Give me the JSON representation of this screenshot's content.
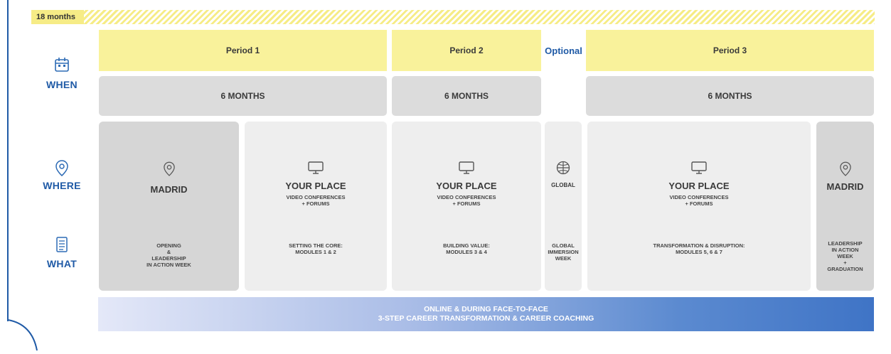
{
  "duration_label": "18 months",
  "rows": {
    "when": "WHEN",
    "where": "WHERE",
    "what": "WHAT"
  },
  "periods": [
    {
      "label": "Period 1",
      "duration": "6 MONTHS"
    },
    {
      "label": "Period 2",
      "duration": "6 MONTHS"
    },
    {
      "label": "Optional"
    },
    {
      "label": "Period 3",
      "duration": "6 MONTHS"
    }
  ],
  "cards": [
    {
      "icon": "location-pin-icon",
      "place": "MADRID",
      "subtitle": "",
      "what": "OPENING\n&\nLEADERSHIP\nIN ACTION WEEK"
    },
    {
      "icon": "monitor-icon",
      "place": "YOUR PLACE",
      "subtitle": "VIDEO CONFERENCES\n+ FORUMS",
      "what": "SETTING THE CORE:\nMODULES 1 & 2"
    },
    {
      "icon": "monitor-icon",
      "place": "YOUR PLACE",
      "subtitle": "VIDEO CONFERENCES\n+ FORUMS",
      "what": "BUILDING VALUE:\nMODULES 3 & 4"
    },
    {
      "icon": "globe-icon",
      "place": "GLOBAL",
      "subtitle": "",
      "what": "GLOBAL\nIMMERSION\nWEEK"
    },
    {
      "icon": "monitor-icon",
      "place": "YOUR PLACE",
      "subtitle": "VIDEO CONFERENCES\n+ FORUMS",
      "what": "TRANSFORMATION & DISRUPTION:\nMODULES 5, 6 & 7"
    },
    {
      "icon": "location-pin-icon",
      "place": "MADRID",
      "subtitle": "",
      "what": "LEADERSHIP\nIN ACTION\nWEEK\n+\nGRADUATION"
    }
  ],
  "banner": {
    "line1": "ONLINE & DURING FACE-TO-FACE",
    "line2": "3-STEP CAREER TRANSFORMATION & CAREER COACHING"
  },
  "colors": {
    "accent_blue": "#1f5aa6",
    "period_yellow": "#f9f29b",
    "band_grey": "#dcdcdc",
    "card_dark": "#d6d6d6",
    "card_light": "#eeeeee"
  }
}
